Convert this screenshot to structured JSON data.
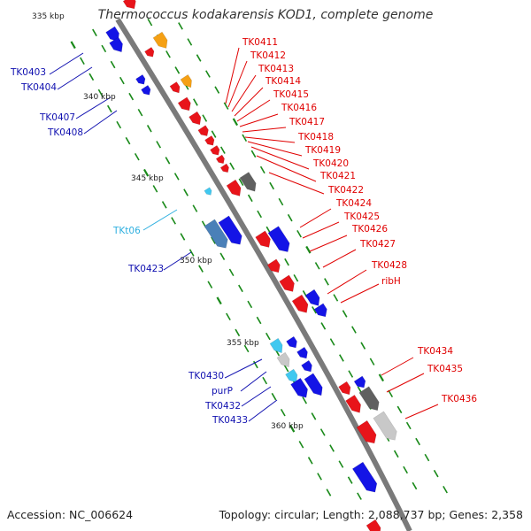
{
  "title": "Thermococcus kodakarensis KOD1, complete genome",
  "footer": {
    "accession": "Accession: NC_006624",
    "summary": "Topology: circular; Length: 2,088,737 bp; Genes: 2,358"
  },
  "colors": {
    "backbone": "#8a8a8a",
    "forward_gene": "#e8141a",
    "reverse_gene": "#1414e6",
    "orange_gene": "#f5a014",
    "pseudo_gene": "#606060",
    "rna_gene": "#4a80b8",
    "trna_gene": "#40c8f0",
    "tick_dot": "#1a8a1a",
    "forward_label": "#e00000",
    "reverse_label": "#1010b0",
    "trna_label": "#30b0e0"
  },
  "scale_ticks": [
    "335 kbp",
    "340 kbp",
    "345 kbp",
    "350 kbp",
    "355 kbp",
    "360 kbp"
  ],
  "forward_labels": [
    "TK0411",
    "TK0412",
    "TK0413",
    "TK0414",
    "TK0415",
    "TK0416",
    "TK0417",
    "TK0418",
    "TK0419",
    "TK0420",
    "TK0421",
    "TK0422",
    "TK0424",
    "TK0425",
    "TK0426",
    "TK0427",
    "TK0428",
    "ribH",
    "TK0434",
    "TK0435",
    "TK0436"
  ],
  "reverse_labels": [
    "TK0403",
    "TK0404",
    "TK0407",
    "TK0408",
    "TKt06",
    "TK0423",
    "TK0430",
    "purP",
    "TK0432",
    "TK0433"
  ]
}
